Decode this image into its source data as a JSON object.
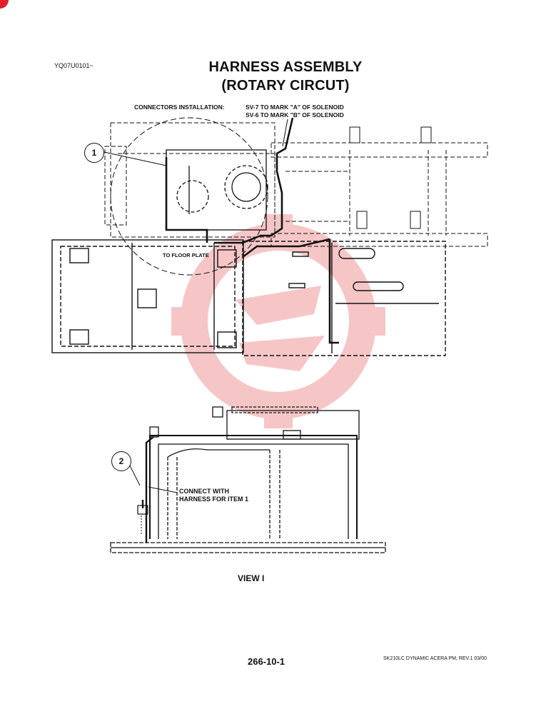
{
  "header": {
    "doc_code": "YQ07U0101~",
    "title_line1": "HARNESS ASSEMBLY",
    "title_line2": "(ROTARY CIRCUT)"
  },
  "notes": {
    "connectors_installation": "CONNECTORS INSTALLATION:",
    "sv7": "SV-7 TO MARK \"A\" OF SOLENOID",
    "sv6": "SV-6 TO MARK \"B\" OF SOLENOID",
    "to_floor_plate": "TO FLOOR PLATE",
    "connect_line1": "CONNECT WITH",
    "connect_line2": "HARNESS FOR ITEM 1"
  },
  "callouts": {
    "item1": "1",
    "item2": "2"
  },
  "view_label": "VIEW I",
  "footer": {
    "page_number": "266-10-1",
    "revision": "SK210LC DYNAMIC ACERA PM, REV.1 03/00"
  },
  "colors": {
    "line": "#111111",
    "watermark": "#f4b3b5",
    "corner_mark": "#e0202a"
  }
}
